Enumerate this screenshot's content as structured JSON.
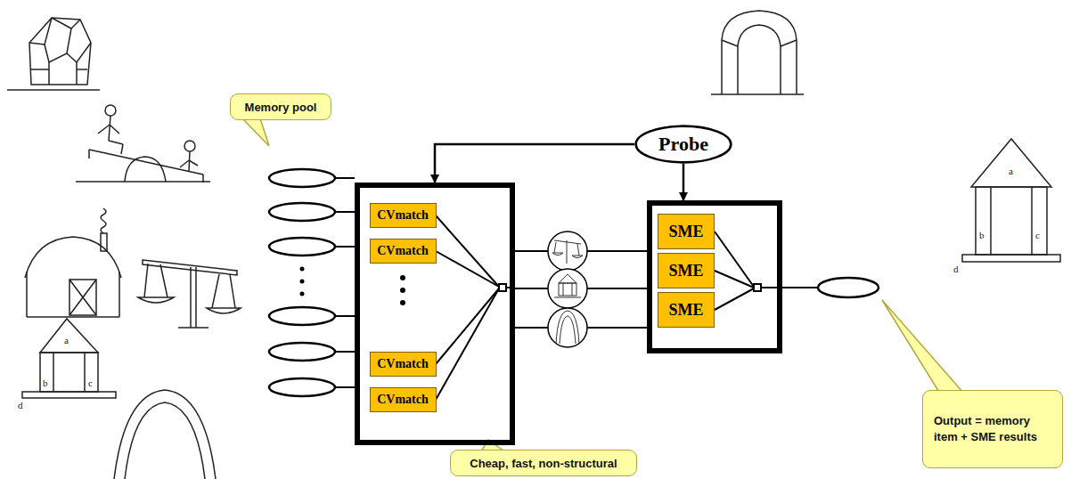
{
  "diagram": {
    "nodes": [
      {
        "text": [
          "Memory pool"
        ]
      },
      {
        "text": [
          "Probe"
        ]
      },
      {
        "text": []
      },
      {
        "text": [
          "CVmatch"
        ],
        "in": 2
      },
      {
        "text": [
          "CVmatch"
        ],
        "in": 2
      },
      {
        "text": [
          "CVmatch"
        ],
        "in": 2
      },
      {
        "text": [
          "CVmatch"
        ],
        "in": 2
      },
      {
        "text": []
      },
      {
        "text": [
          "SME"
        ],
        "in": 7
      },
      {
        "text": [
          "SME"
        ],
        "in": 7
      },
      {
        "text": [
          "SME"
        ],
        "in": 7
      },
      {
        "text": [
          "Cheap, fast, non-structural"
        ]
      },
      {
        "text": [
          "Output = memory item + SME results"
        ]
      }
    ],
    "edges": [
      {
        "from": 1,
        "to": 2,
        "arrow": "to"
      },
      {
        "from": 1,
        "to": 7,
        "arrow": "to"
      }
    ],
    "labels": [
      "a",
      "b",
      "c",
      "d",
      "a",
      "b",
      "c",
      "d"
    ]
  }
}
